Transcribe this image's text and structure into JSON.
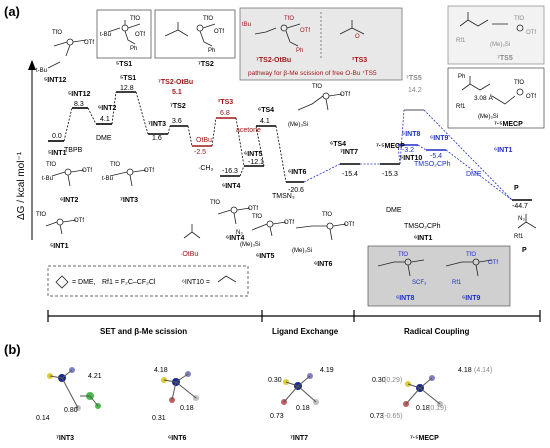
{
  "panel_a_label": "(a)",
  "panel_b_label": "(b)",
  "y_axis_label": "ΔG / kcal mol⁻¹",
  "top_states": {
    "ts1": "⁵TS1",
    "ts2": "⁷TS2",
    "ts2_otbu": "⁷TS2-OtBu",
    "ts3": "²TS3",
    "ts5": "⁷TS5",
    "note": "pathway for β-Me scission of free O-Bu ⁷TS5"
  },
  "levels": {
    "int1": {
      "label": "⁵INT1",
      "value": "0.0"
    },
    "int12": {
      "label": "⁵INT12",
      "value": "8.3"
    },
    "int2": {
      "label": "⁶INT2",
      "value": "4.1"
    },
    "ts1": {
      "label": "⁵TS1",
      "value": "12.8"
    },
    "int3": {
      "label": "⁷INT3",
      "value": "1.6"
    },
    "ts2": {
      "label": "⁷TS2",
      "value": "3.6"
    },
    "ts2_otbu": {
      "label": "⁷TS2-OtBu",
      "value": "5.1"
    },
    "otbu": {
      "label": "OtBu",
      "value": "-2.5"
    },
    "ts3": {
      "label": "²TS3",
      "value": "6.8"
    },
    "int4": {
      "label": "⁶INT4",
      "value": "-16.3"
    },
    "int5": {
      "label": "⁶INT5",
      "value": "-12.1"
    },
    "ts4": {
      "label": "⁶TS4",
      "value": "4.1"
    },
    "int6": {
      "label": "⁶INT6",
      "value": "-20.6"
    },
    "int7": {
      "label": "⁷INT7",
      "value": "-15.4"
    },
    "mecp": {
      "label": "⁷·⁵MECP",
      "value": "-15.3"
    },
    "int10": {
      "label": "⁶INT10",
      "value": "-3.2"
    },
    "int8": {
      "label": "⁶INT8",
      "value": "-3.2"
    },
    "int9": {
      "label": "⁶INT9",
      "value": "-5.4"
    },
    "ts5": {
      "label": "⁷TS5",
      "value": "14.2"
    },
    "p": {
      "label": "P",
      "value": "-44.7"
    }
  },
  "annotations": {
    "tbpb": "TBPB",
    "dme": "DME",
    "acetone": "acetone",
    "ch3": "·CH₃",
    "tmsn3": "TMSN₃",
    "tmso2cph": "TMSO₂CPh",
    "mecp_dist": "3.08 Å",
    "int1_ref": "⁵INT1",
    "p_label": "P",
    "otbu_bottom": "·OtBu",
    "int10_plus": "⁶INT10",
    "int1_plus": "⁶INT1",
    "dme2": "DME",
    "int1_right": "⁶INT1"
  },
  "molecule_labels": {
    "m_int12": "⁵INT12",
    "m_int2": "⁶INT2",
    "m_int3": "⁷INT3",
    "m_int1": "⁵INT1",
    "m_int4": "⁶INT4",
    "m_int5": "⁶INT5",
    "m_int6": "⁶INT6",
    "m_ts4": "⁶TS4",
    "m_int8": "⁶INT8",
    "m_int9": "⁶INT9",
    "m_mecp": "⁷·⁵MECP",
    "m_ts2": "⁷TS2",
    "m_ts2otbu": "⁷TS2-OtBu",
    "m_ts3": "²TS3",
    "m_ts1": "⁵TS1",
    "m_ts5": "⁷TS5"
  },
  "legend": {
    "dme_eq": "= DME,",
    "rf1_eq": "Rf1 = F₂C–CF₂Cl",
    "int10_eq": "⁶INT10 ="
  },
  "stages": {
    "s1": "SET and β-Me scission",
    "s2": "Ligand Exchange",
    "s3": "Radical Coupling"
  },
  "panel_b": {
    "int3": {
      "label": "⁷INT3",
      "d1": "4.21",
      "d2": "0.14",
      "d3": "0.80"
    },
    "int6": {
      "label": "⁶INT6",
      "d1": "4.18",
      "d2": "0.31",
      "d3": "0.18"
    },
    "int7": {
      "label": "⁷INT7",
      "d1": "4.19",
      "d2": "0.30",
      "d3": "0.18",
      "d4": "0.73"
    },
    "mecp": {
      "label": "⁷·⁵MECP",
      "d1": "4.18",
      "d1b": "(4.14)",
      "d2": "0.30",
      "d2b": "(0.29)",
      "d3": "0.18",
      "d3b": "(0.19)",
      "d4": "0.73",
      "d4b": "(-0.65)"
    }
  }
}
